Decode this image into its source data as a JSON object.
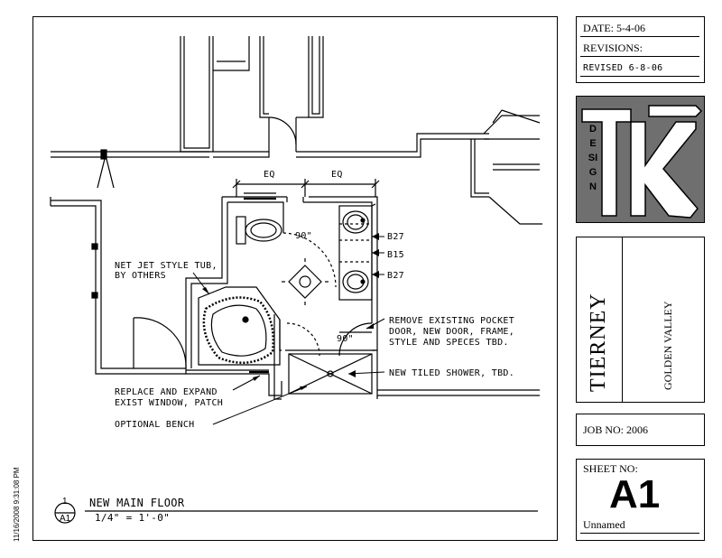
{
  "title_block": {
    "date": "DATE:  5-4-06",
    "revisions": "REVISIONS:",
    "revised": "REVISED 6-8-06",
    "logo_letters": "TK",
    "logo_word": "DESIGN",
    "client": "TIERNEY",
    "location": "GOLDEN VALLEY",
    "job_no": "JOB NO:  2006",
    "sheet_no_label": "SHEET NO:",
    "sheet_no": "A1",
    "sheet_name": "Unnamed"
  },
  "timestamp": "11/16/2008 9:31:08 PM",
  "drawing": {
    "number": "1",
    "sheet_ref": "A1",
    "title": "NEW MAIN FLOOR",
    "scale": "1/4\" = 1'-0\""
  },
  "dimensions": {
    "eq_left": "EQ",
    "eq_right": "EQ",
    "angle_top": "90\"",
    "angle_bottom": "90\""
  },
  "cabinet_tags": [
    "B27",
    "B15",
    "B27"
  ],
  "notes": {
    "tub_1": "NET JET STYLE TUB,",
    "tub_2": "BY OTHERS",
    "door_1": "REMOVE EXISTING POCKET",
    "door_2": "DOOR, NEW DOOR, FRAME,",
    "door_3": "STYLE AND SPECES TBD.",
    "shower": "NEW TILED SHOWER, TBD.",
    "window_1": "REPLACE AND EXPAND",
    "window_2": "EXIST WINDOW, PATCH",
    "bench": "OPTIONAL BENCH"
  }
}
